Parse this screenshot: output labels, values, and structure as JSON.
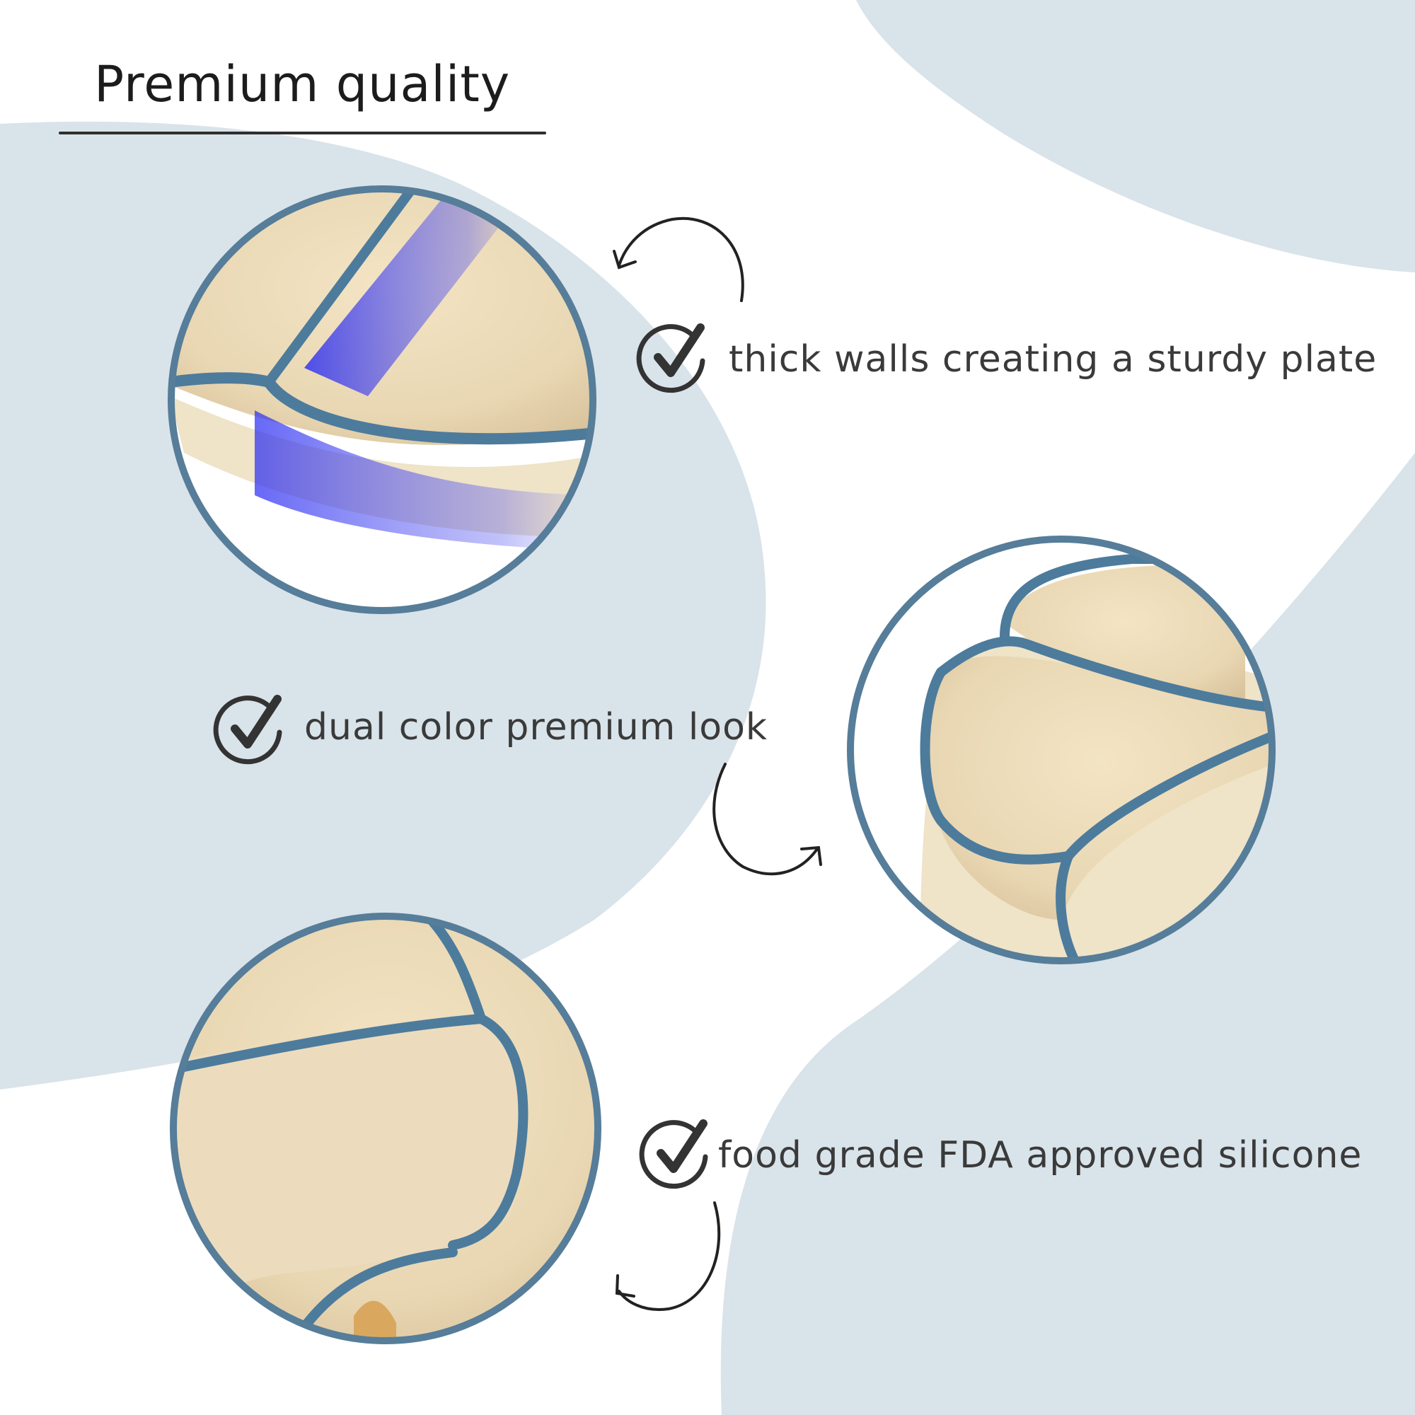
{
  "heading": {
    "title": "Premium quality"
  },
  "features": [
    {
      "text": "thick walls creating a sturdy plate",
      "icon": "check-circle-icon"
    },
    {
      "text": "dual color premium look",
      "icon": "check-circle-icon"
    },
    {
      "text": "food grade FDA approved silicone",
      "icon": "check-circle-icon"
    }
  ],
  "colors": {
    "background_blob": "#d9e3ea",
    "plate_body": "#ecdcbd",
    "plate_rim": "#4d7b9c",
    "circle_border": "#567d99",
    "text": "#3a3a3a",
    "accent_glow": "#3a3cf0"
  }
}
